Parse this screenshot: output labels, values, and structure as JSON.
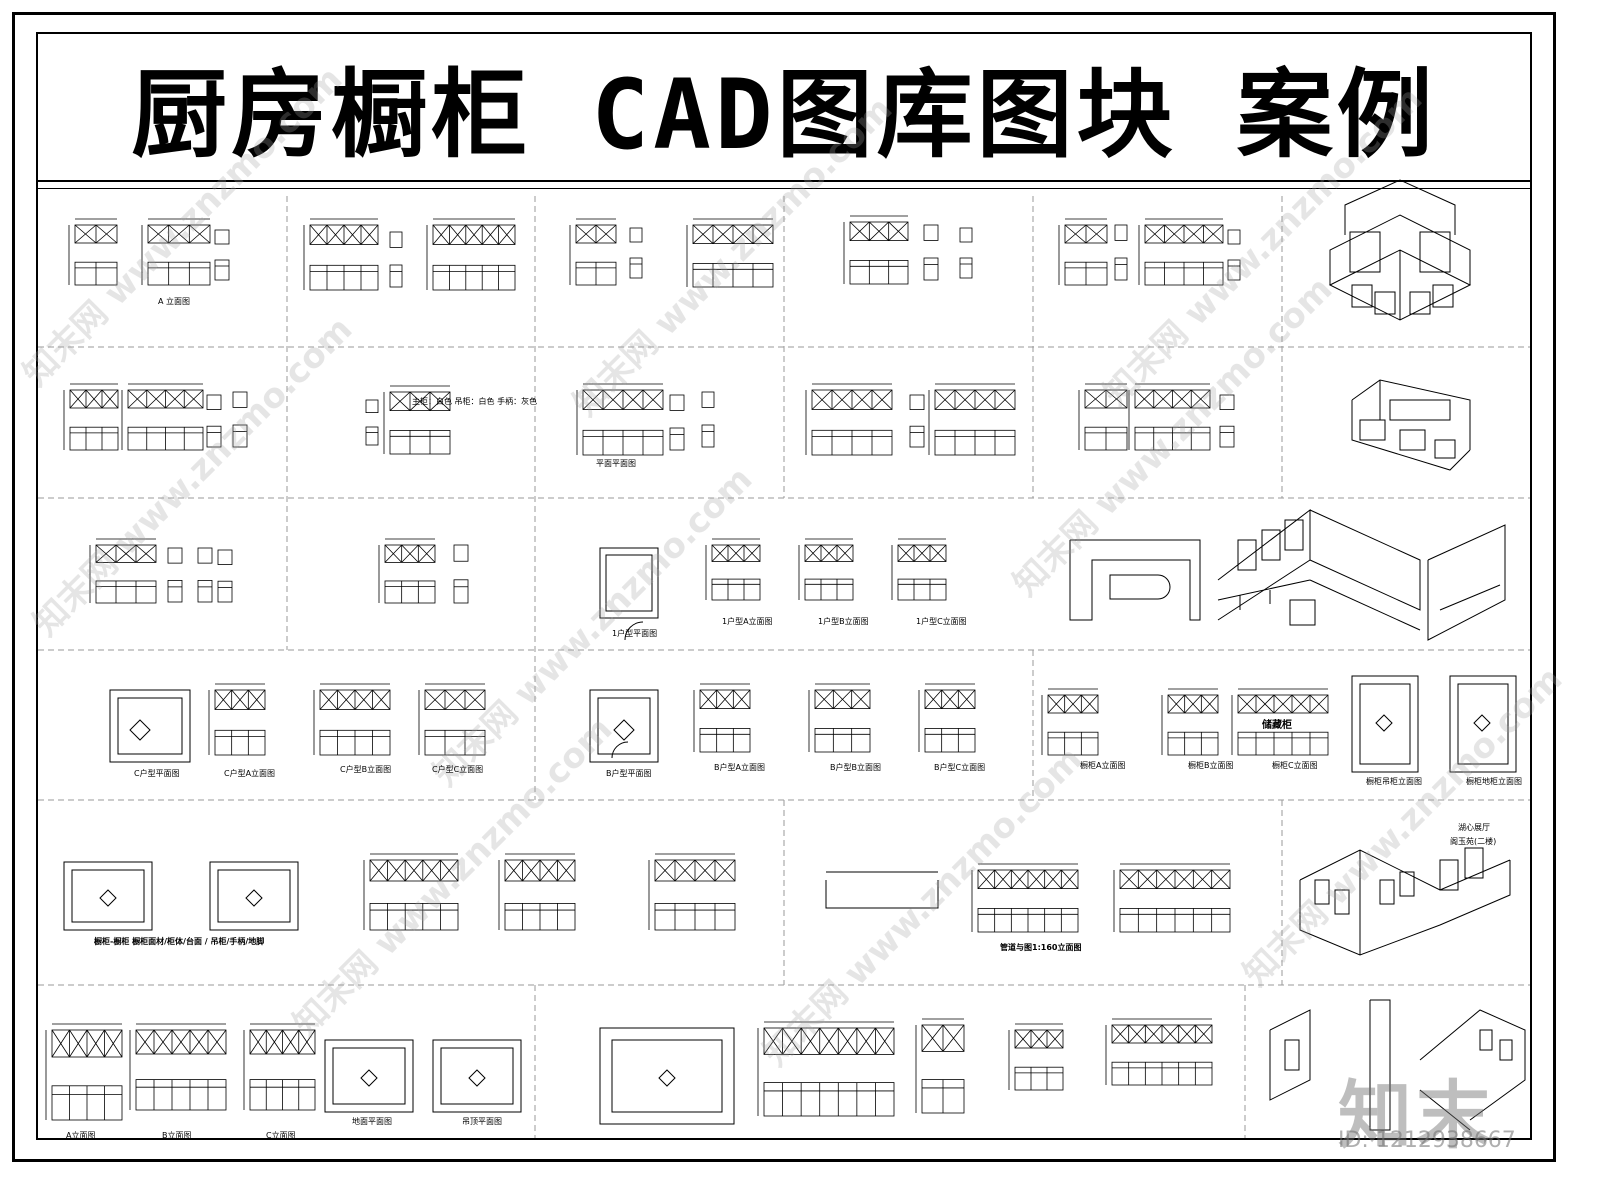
{
  "document": {
    "title_parts": [
      "厨房橱柜",
      "CAD",
      "图库图块",
      "案例"
    ],
    "watermark_text": "知末网 www.znzmo.com",
    "brand_logo_text": "知末",
    "id_label": "ID: 1212938667"
  },
  "captions": {
    "r1c2": "A 立面图",
    "r2c3": "平面平面图",
    "r3c3": [
      "1户型平面图",
      "1户型A立面图",
      "1户型B立面图",
      "1户型C立面图"
    ],
    "r4c1": [
      "C户型平面图",
      "C户型A立面图"
    ],
    "r4c2": [
      "C户型B立面图",
      "C户型C立面图"
    ],
    "r4c3": [
      "B户型平面图",
      "B户型A立面图"
    ],
    "r4c4": [
      "B户型B立面图",
      "B户型C立面图"
    ],
    "r4c5": [
      "橱柜A立面图",
      "橱柜B立面图",
      "橱柜C立面图",
      "橱柜吊柜立面图",
      "橱柜地柜立面图"
    ],
    "r4c5_label": "储藏柜",
    "r5c1": "橱柜-橱柜 橱柜面材/柜体/台面 / 吊柜/手柄/地脚",
    "r5c2": "管道与图1:160立面图",
    "r5c3": [
      "湖心展厅",
      "阁玉苑(二楼)"
    ],
    "r6c1": [
      "A立面图",
      "B立面图",
      "C立面图",
      "地面平面图",
      "吊顶平面图"
    ],
    "r2c2_note": "主柜：白色 吊柜：白色 手柄：灰色"
  },
  "colors": {
    "line": "#000000",
    "grid_dash": "#9a9a9a",
    "watermark": "#a0a0a0"
  }
}
